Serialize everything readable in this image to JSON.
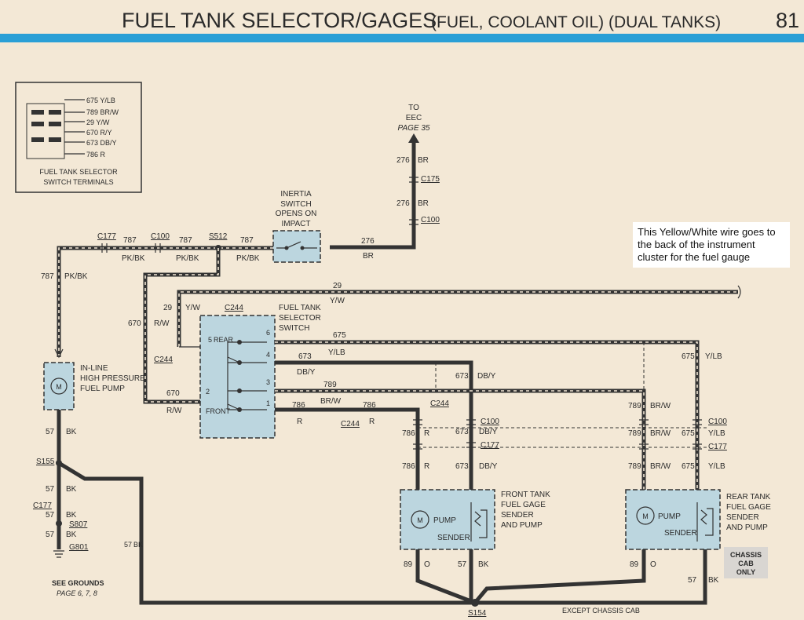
{
  "header": {
    "title_main": "FUEL TANK SELECTOR/GAGES",
    "title_sub": "(FUEL, COOLANT OIL) (DUAL TANKS)",
    "page_number": "81"
  },
  "terminal_inset": {
    "title_line1": "FUEL TANK SELECTOR",
    "title_line2": "SWITCH TERMINALS",
    "terminals": [
      "675 Y/LB",
      "789 BR/W",
      "29 Y/W",
      "670 R/Y",
      "673 DB/Y",
      "786 R"
    ]
  },
  "eec": {
    "to": "TO",
    "name": "EEC",
    "page": "PAGE 35"
  },
  "inertia_switch": {
    "line1": "INERTIA",
    "line2": "SWITCH",
    "line3": "OPENS ON",
    "line4": "IMPACT"
  },
  "selector_switch": {
    "line1": "FUEL TANK",
    "line2": "SELECTOR",
    "line3": "SWITCH",
    "rear": "REAR",
    "front": "FRONT",
    "pins": [
      "6",
      "5",
      "4",
      "3",
      "2",
      "1"
    ]
  },
  "fuel_pump": {
    "line1": "IN-LINE",
    "line2": "HIGH PRESSURE",
    "line3": "FUEL PUMP",
    "motor": "M"
  },
  "front_tank": {
    "line1": "FRONT TANK",
    "line2": "FUEL GAGE",
    "line3": "SENDER",
    "line4": "AND PUMP",
    "pump": "PUMP",
    "sender": "SENDER",
    "motor": "M"
  },
  "rear_tank": {
    "line1": "REAR TANK",
    "line2": "FUEL GAGE",
    "line3": "SENDER",
    "line4": "AND PUMP",
    "pump": "PUMP",
    "sender": "SENDER",
    "motor": "M"
  },
  "chassis_cab": {
    "line1": "CHASSIS",
    "line2": "CAB",
    "line3": "ONLY"
  },
  "see_grounds": {
    "line1": "SEE GROUNDS",
    "line2": "PAGE 6, 7, 8"
  },
  "except_chassis": "EXCEPT CHASSIS CAB",
  "connectors": {
    "c175": "C175",
    "c100_top": "C100",
    "c177_top": "C177",
    "c100_left": "C100",
    "s512": "S512",
    "c244_top": "C244",
    "c244_left": "C244",
    "c244_mid": "C244",
    "c244_right": "C244",
    "c100_front": "C100",
    "c177_front": "C177",
    "c100_rear": "C100",
    "c177_rear": "C177",
    "s155": "S155",
    "c177_bottom": "C177",
    "s807": "S807",
    "g801": "G801",
    "s154": "S154"
  },
  "wires": {
    "w276a_num": "276",
    "w276a_col": "BR",
    "w276b_num": "276",
    "w276b_col": "BR",
    "w276c_num": "276",
    "w276c_col": "BR",
    "w787a_num": "787",
    "w787a_col": "PK/BK",
    "w787b_num": "787",
    "w787b_col": "PK/BK",
    "w787c_num": "787",
    "w787c_col": "PK/BK",
    "w787d_num": "787",
    "w787d_col": "PK/BK",
    "w29a_num": "29",
    "w29a_col": "Y/W",
    "w29b_num": "29",
    "w29b_col": "Y/W",
    "w670a_num": "670",
    "w670a_col": "R/W",
    "w670b_num": "670",
    "w670b_col": "R/W",
    "w675a_num": "675",
    "w675a_col": "Y/LB",
    "w675b_num": "675",
    "w675b_col": "Y/LB",
    "w675c_num": "675",
    "w675c_col": "Y/LB",
    "w675d_num": "675",
    "w675d_col": "Y/LB",
    "w673a_num": "673",
    "w673a_col": "DB/Y",
    "w673b_num": "673",
    "w673b_col": "DB/Y",
    "w673c_num": "673",
    "w673c_col": "DB/Y",
    "w673d_num": "673",
    "w673d_col": "DB/Y",
    "w789a_num": "789",
    "w789a_col": "BR/W",
    "w789b_num": "789",
    "w789b_col": "BR/W",
    "w789c_num": "789",
    "w789c_col": "BR/W",
    "w789d_num": "789",
    "w789d_col": "BR/W",
    "w786a_num": "786",
    "w786a_col": "R",
    "w786b_num": "786",
    "w786b_col": "R",
    "w786c_num": "786",
    "w786c_col": "R",
    "w786d_num": "786",
    "w786d_col": "R",
    "w57a_num": "57",
    "w57a_col": "BK",
    "w57b_num": "57",
    "w57b_col": "BK",
    "w57c_num": "57",
    "w57c_col": "BK",
    "w57d_num": "57",
    "w57d_col": "BK",
    "w57e_num": "57",
    "w57e_col": "BK",
    "w57f_num": "57",
    "w57f_col": "BK",
    "w57g_num": "57",
    "w57g_col": "BK",
    "w89a_num": "89",
    "w89a_col": "O",
    "w89b_num": "89",
    "w89b_col": "O"
  },
  "note": "This Yellow/White wire goes to the back of the instrument cluster for the fuel gauge",
  "colors": {
    "accent_bar": "#2a9fd6",
    "component_fill": "#bcd6df",
    "wire": "#333333",
    "paper": "#f3e8d6"
  }
}
